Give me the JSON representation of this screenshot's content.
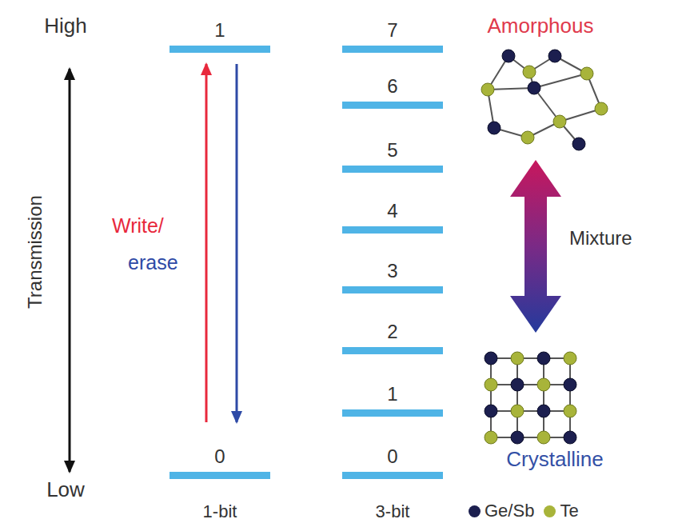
{
  "diagram": {
    "nodes": [
      {
        "text": [
          "1"
        ]
      },
      {
        "text": [
          "0"
        ]
      },
      {
        "text": [
          "7"
        ]
      },
      {
        "text": [
          "6"
        ]
      },
      {
        "text": [
          "5"
        ]
      },
      {
        "text": [
          "4"
        ]
      },
      {
        "text": [
          "3"
        ]
      },
      {
        "text": [
          "2"
        ]
      },
      {
        "text": [
          "1"
        ]
      },
      {
        "text": [
          "0"
        ]
      }
    ],
    "edges": [
      {
        "from": 1,
        "to": 0,
        "arrow": "to",
        "label": "Write/"
      },
      {
        "from": 0,
        "to": 1,
        "arrow": "to",
        "label": "erase"
      }
    ],
    "labels": [
      "High",
      "Low",
      "Transmission",
      "1-bit",
      "3-bit",
      "Amorphous",
      "Mixture",
      "Crystalline"
    ],
    "legend": [
      {
        "text": "Ge/Sb",
        "color": "#1c1f4f"
      },
      {
        "text": "Te",
        "color": "#a8b43a"
      }
    ]
  }
}
